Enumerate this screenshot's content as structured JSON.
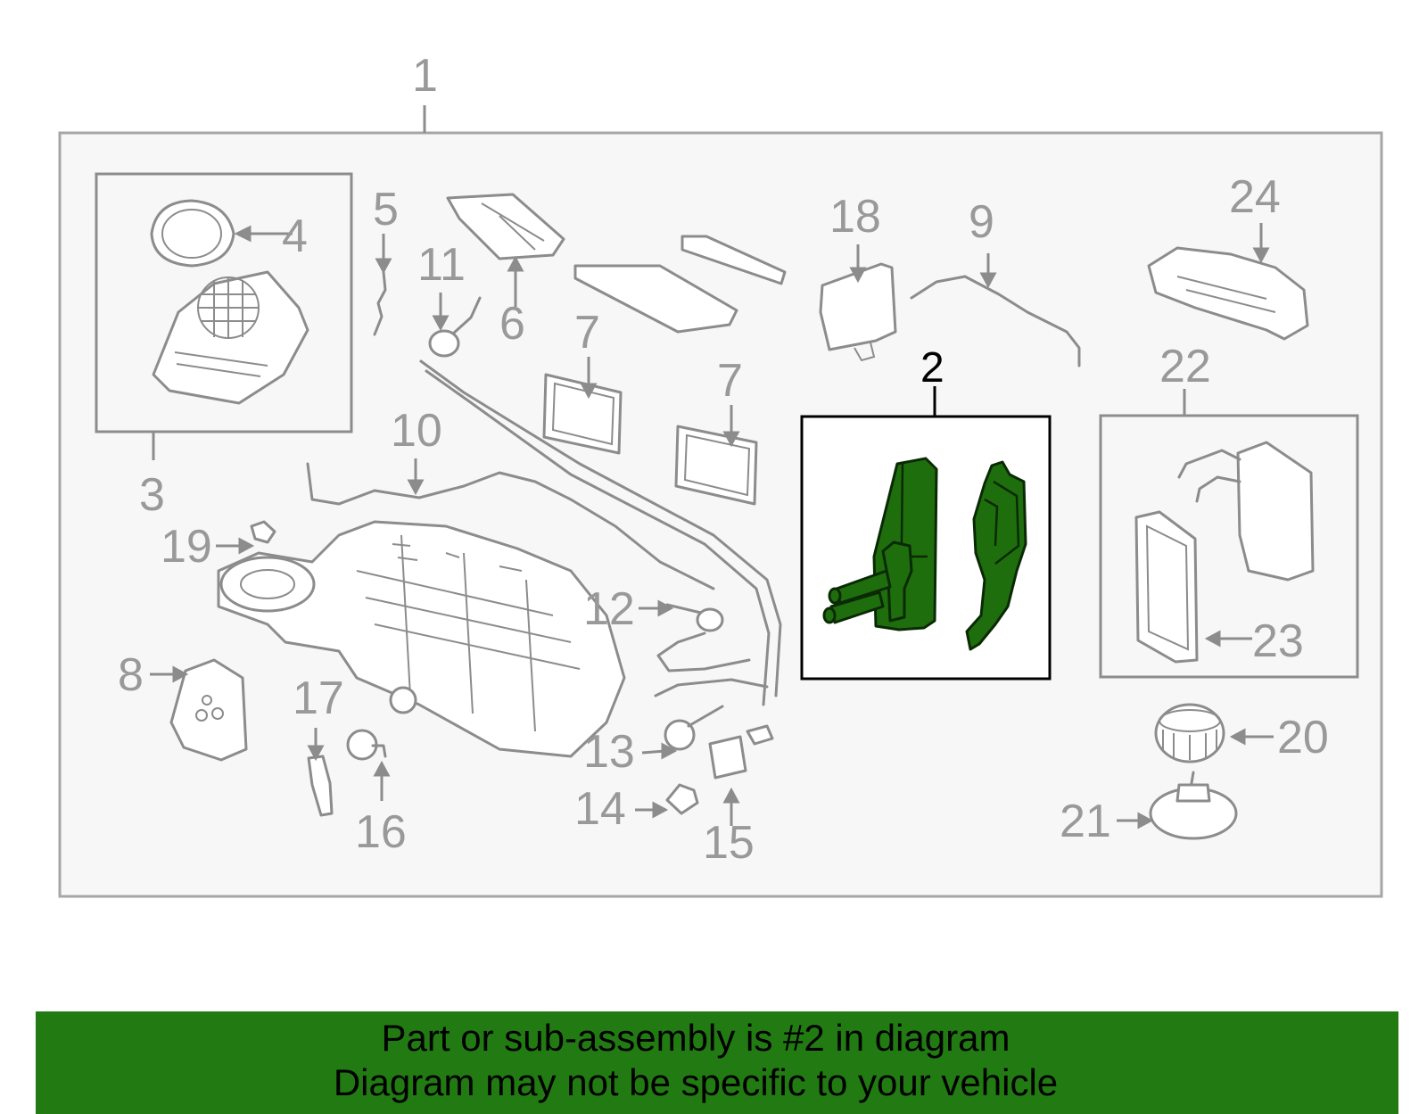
{
  "callouts": {
    "c1": "1",
    "c2": "2",
    "c3": "3",
    "c4": "4",
    "c5": "5",
    "c6": "6",
    "c7a": "7",
    "c7b": "7",
    "c8": "8",
    "c9": "9",
    "c10": "10",
    "c11": "11",
    "c12": "12",
    "c13": "13",
    "c14": "14",
    "c15": "15",
    "c16": "16",
    "c17": "17",
    "c18": "18",
    "c19": "19",
    "c20": "20",
    "c21": "21",
    "c22": "22",
    "c23": "23",
    "c24": "24"
  },
  "highlighted_part": "2",
  "colors": {
    "highlight": "#1f6e0d",
    "footer_background": "#227a12",
    "callout_text": "#999999",
    "frame": "#a6a6a6"
  },
  "footer": {
    "line1": "Part or sub-assembly is #2 in diagram",
    "line2": "Diagram may not be specific to your vehicle"
  }
}
